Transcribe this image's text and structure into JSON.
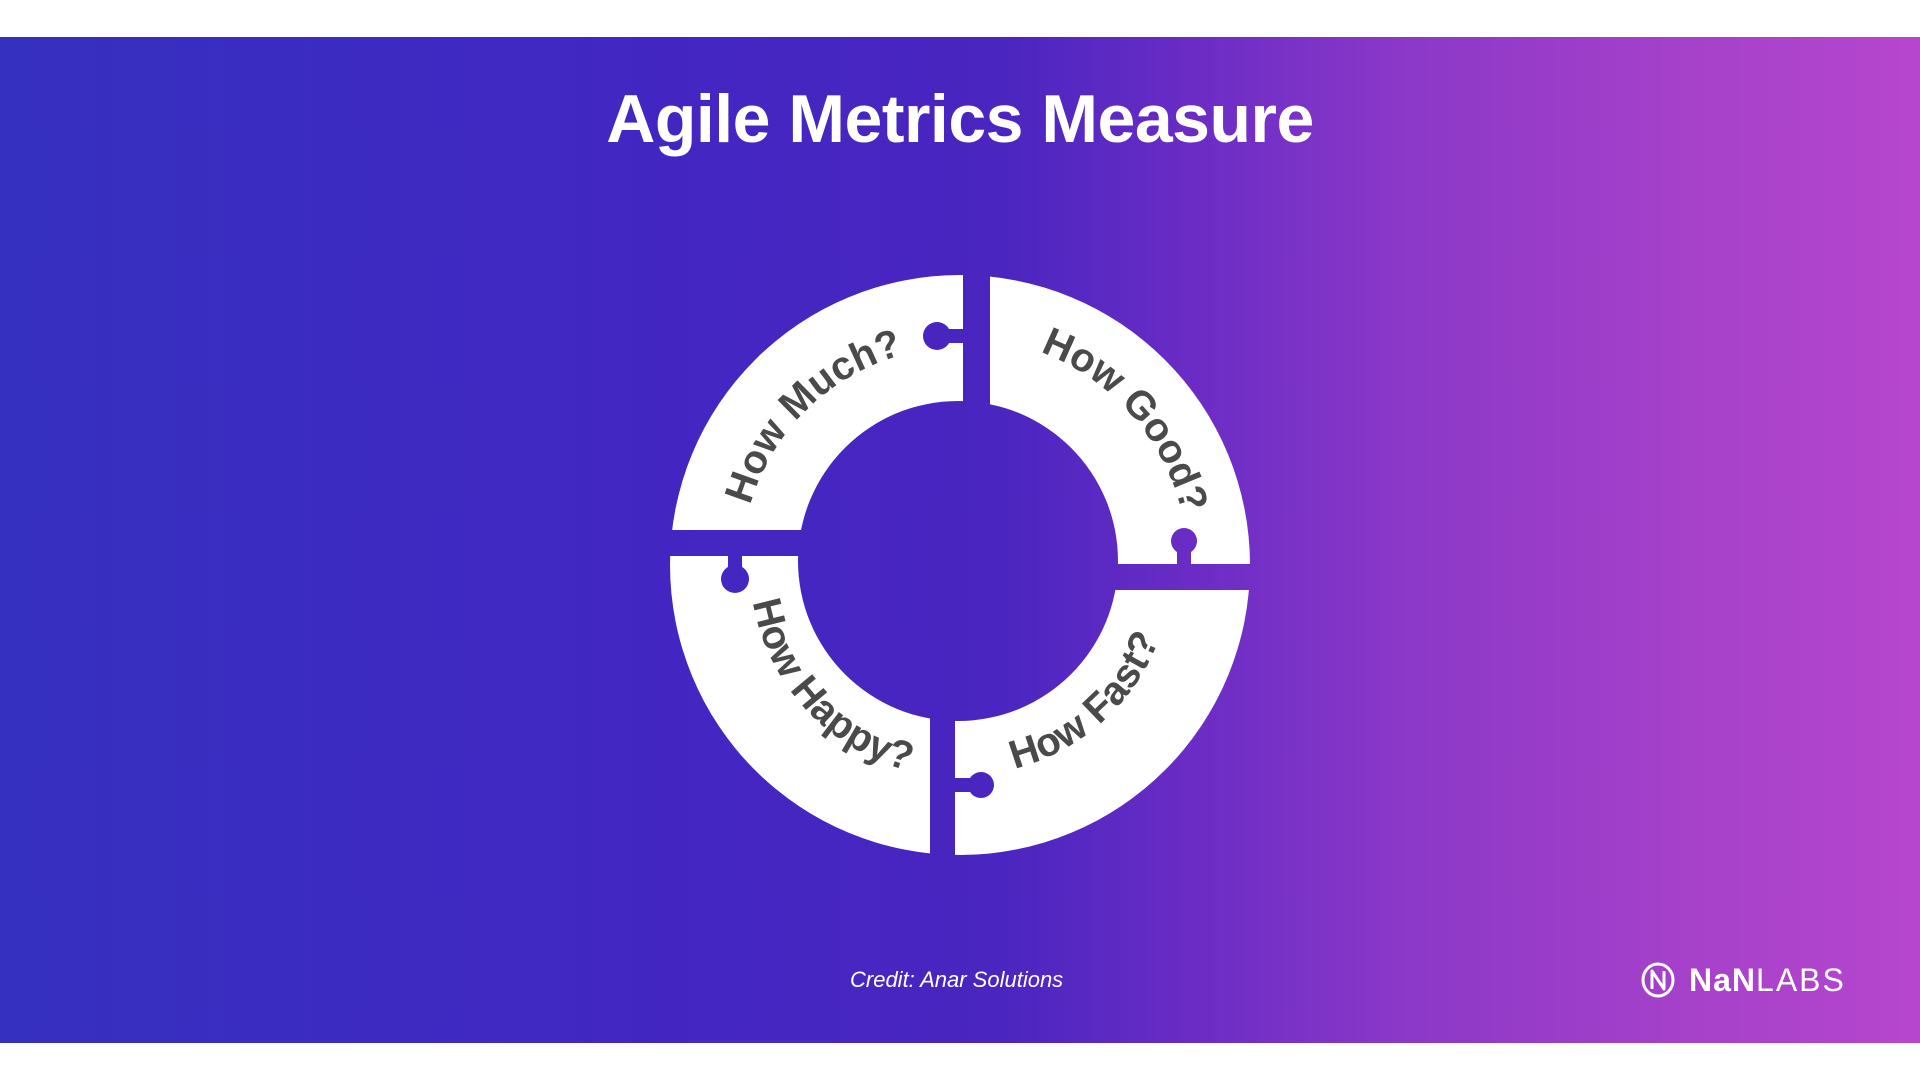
{
  "slide": {
    "title": "Agile Metrics Measure",
    "credit": "Credit: Anar Solutions",
    "colors": {
      "gradient_left": "#3530c0",
      "gradient_mid": "#4a25c0",
      "gradient_right": "#b646cd",
      "piece_fill": "#ffffff",
      "label_text": "#4a4a4a",
      "title_text": "#ffffff"
    }
  },
  "diagram": {
    "type": "puzzle-ring",
    "pieces": [
      {
        "position": "top-left",
        "label": "How Much?"
      },
      {
        "position": "top-right",
        "label": "How Good?"
      },
      {
        "position": "bottom-right",
        "label": "How Fast?"
      },
      {
        "position": "bottom-left",
        "label": "How Happy?"
      }
    ]
  },
  "brand": {
    "icon": "nanlabs-logo-icon",
    "name_bold": "NaN",
    "name_light": "LABS"
  }
}
